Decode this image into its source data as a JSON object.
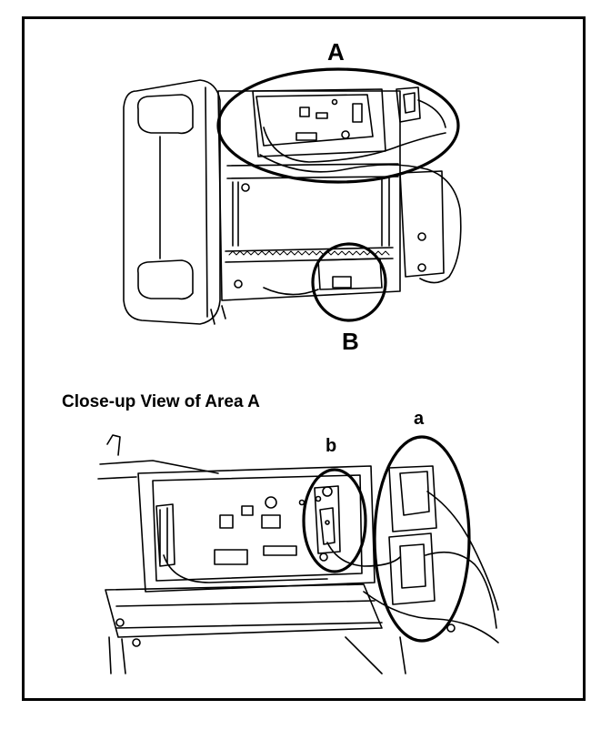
{
  "labels": {
    "area_a": "A",
    "area_b": "B",
    "closeup_title": "Close-up View of Area A",
    "detail_a": "a",
    "detail_b": "b"
  },
  "colors": {
    "line": "#000000",
    "background": "#ffffff"
  }
}
